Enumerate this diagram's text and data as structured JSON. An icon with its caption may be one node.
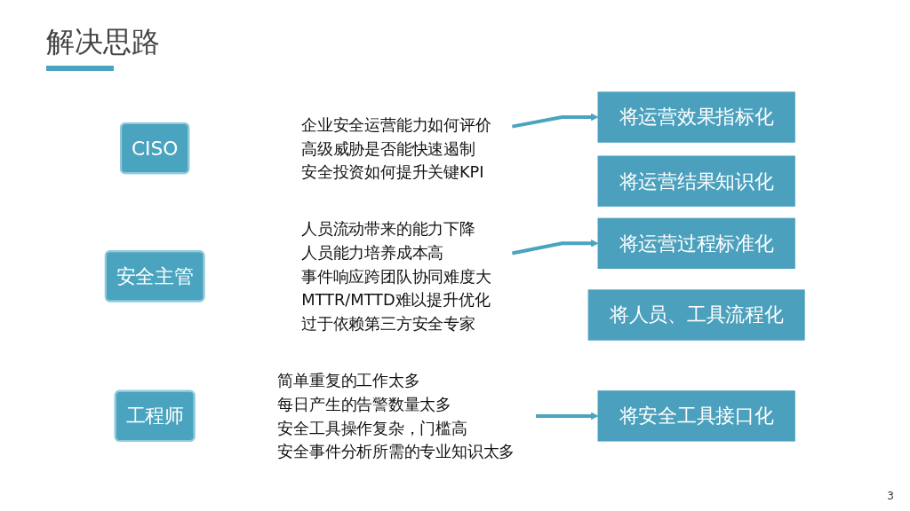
{
  "diagram": {
    "title": "解决思路",
    "nodes": [
      {
        "text": [
          "CISO"
        ]
      },
      {
        "text": [
          "企业安全运营能力如何评价",
          "高级威胁是否能快速遏制",
          "安全投资如何提升关键KPI"
        ]
      },
      {
        "text": [
          "安全主管"
        ]
      },
      {
        "text": [
          "人员流动带来的能力下降",
          "人员能力培养成本高",
          "事件响应跨团队协同难度大",
          "MTTR/MTTD难以提升优化",
          "过于依赖第三方安全专家"
        ]
      },
      {
        "text": [
          "工程师"
        ]
      },
      {
        "text": [
          "简单重复的工作太多",
          "每日产生的告警数量太多",
          "安全工具操作复杂，门槛高",
          "安全事件分析所需的专业知识太多"
        ]
      },
      {
        "text": [
          "将运营效果指标化"
        ]
      },
      {
        "text": [
          "将运营结果知识化"
        ]
      },
      {
        "text": [
          "将运营过程标准化"
        ]
      },
      {
        "text": [
          "将人员、工具流程化"
        ]
      },
      {
        "text": [
          "将安全工具接口化"
        ]
      }
    ],
    "edges": [
      {
        "from": 1,
        "to": 6,
        "arrow": "to"
      },
      {
        "from": 3,
        "to": 8,
        "arrow": "to"
      },
      {
        "from": 5,
        "to": 10,
        "arrow": "to"
      }
    ],
    "labels": [
      "3"
    ]
  }
}
